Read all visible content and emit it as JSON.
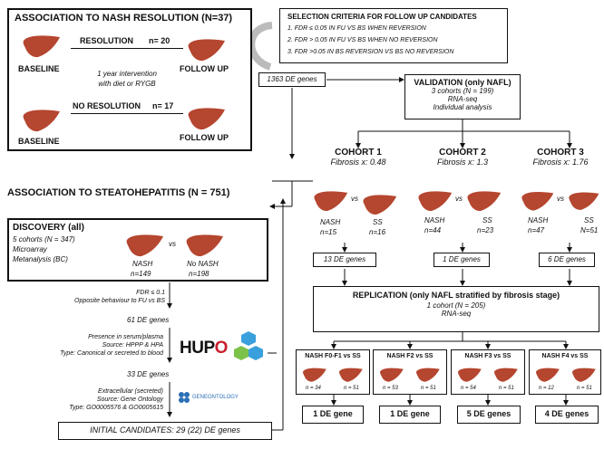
{
  "nash_resolution": {
    "title": "ASSOCIATION TO NASH RESOLUTION (N=37)",
    "resolution_label": "RESOLUTION",
    "resolution_n": "n= 20",
    "no_resolution_label": "NO RESOLUTION",
    "no_resolution_n": "n= 17",
    "baseline": "BASELINE",
    "follow_up": "FOLLOW UP",
    "intervention_line1": "1 year intervention",
    "intervention_line2": "with diet or RYGB"
  },
  "selection_criteria": {
    "title": "SELECTION CRITERIA FOR FOLLOW UP  CANDIDATES",
    "items": [
      "1.   FDR ≤ 0.05 IN FU VS BS WHEN REVERSION",
      "2.   FDR > 0.05 IN FU VS BS WHEN NO REVERSION",
      "3.   FDR >0.05 IN BS REVERSION VS BS NO REVERSION"
    ]
  },
  "de_1363": "1363 DE genes",
  "validation": {
    "title": "VALIDATION (only NAFL)",
    "line1": "3 cohorts (N = 199)",
    "line2": "RNA-seq",
    "line3": "Individual analysis"
  },
  "steatohepatitis_title": "ASSOCIATION TO STEATOHEPATITIS (N = 751)",
  "cohorts": [
    {
      "title": "COHORT 1",
      "fibrosis": "Fibrosis x: 0.48",
      "nash": "NASH",
      "nash_n": "n=15",
      "ss": "SS",
      "ss_n": "n=16",
      "de": "13 DE genes"
    },
    {
      "title": "COHORT 2",
      "fibrosis": "Fibrosis x: 1.3",
      "nash": "NASH",
      "nash_n": "n=44",
      "ss": "SS",
      "ss_n": "n=23",
      "de": "1 DE genes"
    },
    {
      "title": "COHORT 3",
      "fibrosis": "Fibrosis x: 1.76",
      "nash": "NASH",
      "nash_n": "n=47",
      "ss": "SS",
      "ss_n": "N=51",
      "de": "6 DE genes"
    }
  ],
  "vs": "vs",
  "discovery": {
    "title": "DISCOVERY (all)",
    "line1": "5 cohorts (N = 347)",
    "line2": "Microarray",
    "line3": "Metanalysis (BC)",
    "nash": "NASH",
    "nash_n": "n=149",
    "no_nash": "No NASH",
    "no_nash_n": "n=198"
  },
  "filter1": {
    "line1": "FDR ≤ 0.1",
    "line2": "Opposite behaviour to FU vs BS"
  },
  "de_61": "61 DE genes",
  "filter2": {
    "line1": "Presence in serum/plasma",
    "line2": "Source: HPPP & HPA",
    "line3": "Type: Canonical or secreted to blood"
  },
  "hupo_logo": "HUPO",
  "de_33": "33 DE genes",
  "filter3": {
    "line1": "Extracellular (secreted)",
    "line2": "Source: Gene Ontology",
    "line3": "Type: GO0005576 & GO0005615"
  },
  "go_logo": "GENEONTOLOGY",
  "initial": "INITIAL CANDIDATES: 29 (22) DE genes",
  "replication": {
    "title": "REPLICATION (only NAFL stratified by fibrosis stage)",
    "line1": "1 cohort (N = 205)",
    "line2": "RNA-seq"
  },
  "fibrosis_groups": [
    {
      "title": "NASH F0-F1 vs SS",
      "nash_n": "n = 34",
      "ss_n": "n = 51",
      "result": "1 DE gene"
    },
    {
      "title": "NASH F2  vs SS",
      "nash_n": "n = 53",
      "ss_n": "n = 51",
      "result": "1 DE gene"
    },
    {
      "title": "NASH F3 vs SS",
      "nash_n": "n = 54",
      "ss_n": "n = 51",
      "result": "5 DE genes"
    },
    {
      "title": "NASH F4 vs SS",
      "nash_n": "n = 12",
      "ss_n": "n = 51",
      "result": "4 DE genes"
    }
  ],
  "colors": {
    "liver": "#b5462f",
    "liver_dark": "#8e3322",
    "hupo_red": "#c8202d",
    "hex_blue": "#3aa0dd",
    "hex_green": "#7cc24a"
  }
}
